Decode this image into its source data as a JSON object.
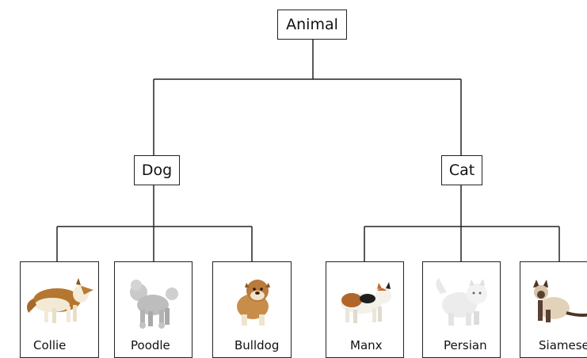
{
  "root": {
    "label": "Animal"
  },
  "categories": [
    {
      "label": "Dog",
      "children": [
        {
          "label": "Collie",
          "icon": "collie-dog-icon"
        },
        {
          "label": "Poodle",
          "icon": "poodle-dog-icon"
        },
        {
          "label": "Bulldog",
          "icon": "bulldog-dog-icon"
        }
      ]
    },
    {
      "label": "Cat",
      "children": [
        {
          "label": "Manx",
          "icon": "manx-cat-icon"
        },
        {
          "label": "Persian",
          "icon": "persian-cat-icon"
        },
        {
          "label": "Siamese",
          "icon": "siamese-cat-icon"
        }
      ]
    }
  ],
  "colors": {
    "line": "#222222",
    "node_border": "#222222",
    "background": "#ffffff"
  }
}
